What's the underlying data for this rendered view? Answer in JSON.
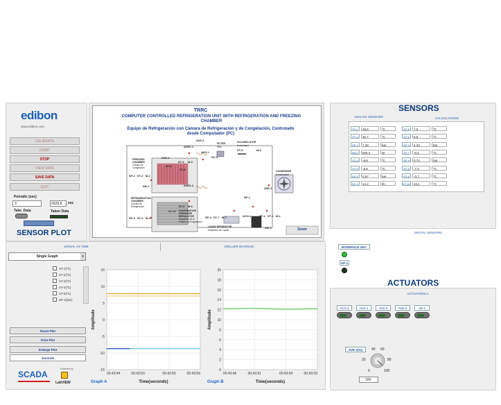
{
  "brand": {
    "name": "edibon",
    "url": "www.edibon.com"
  },
  "left_panel": {
    "buttons": [
      {
        "label": "CALIBRATE"
      },
      {
        "label": "START"
      },
      {
        "label": "STOP"
      },
      {
        "label": "VIEW DATA"
      },
      {
        "label": "SAVE DATA"
      },
      {
        "label": "QUIT"
      }
    ],
    "periodic_label": "Periodic (sec)",
    "periodic_value": "3",
    "timer_value": "2628,8",
    "timer_unit": "sec",
    "take_data_label": "Take_Data",
    "taken_data_label": "Taken Data"
  },
  "diagram": {
    "code": "TRRC",
    "title_en": "COMPUTER CONTROLLED REFRIGERATION UNIT WITH REFRIGERATION AND FREEZING CHAMBER",
    "title_es": "Equipo de Refrigeración con Cámara de Refrigeración y de Congelación, Controlado desde Computador (PC)",
    "zoom_label": "Zoom",
    "labels": {
      "freezing": "FREEZING CHAMBER",
      "freezing_es": "Cámara de Congelación",
      "refrig": "REFRIGERATION CHAMBER",
      "refrig_es": "Cámara de Refrigeración",
      "evap": "EVAPORATION PRESSURE REGULATOR",
      "evap_es": "Regulador de la Presión de Evaporación",
      "filter": "FILTER",
      "filter_es": "Filtro",
      "accum": "ACCUMULATOR",
      "accum_es": "Acumulador",
      "cond": "CONDENSER",
      "cond_es": "Condensador",
      "liq": "LIQUID SEPARATOR",
      "liq_es": "Separador de Líquido",
      "ave1": "AVE-1",
      "ave2": "AVE-2",
      "avs1": "AVS-1",
      "avs2": "AVS-2",
      "avex1": "AVEX-1",
      "avex2": "AVEX-2",
      "st9": "ST-9",
      "st3": "ST-3",
      "m3": "M-3",
      "st8": "ST-8",
      "sp2": "SP-2",
      "st2": "ST-2",
      "m2": "M-2",
      "ab1": "AB-1",
      "st6": "ST-6",
      "m6": "M-6",
      "st10": "ST-10",
      "sp3": "SP-3",
      "st4": "ST-4",
      "m4": "M-4",
      "st5": "ST-5",
      "sc1": "SC-1",
      "m5": "M-5",
      "st7": "ST-7",
      "m7": "M-7",
      "sp4": "SP-4",
      "ap1": "AP-1",
      "aco1": "ACO-1",
      "sp1": "SP-1",
      "st1": "ST-1",
      "m1": "M-1",
      "sw1": "SW-1"
    }
  },
  "sensors": {
    "title": "SENSORS",
    "tab_analog": "ANALOG SENSORS",
    "tab_calc": "CALCULATIONS",
    "left_rows": [
      {
        "tag": "ST-1",
        "value": "48,6",
        "unit": "ºC"
      },
      {
        "tag": "ST-2",
        "value": "30,7",
        "unit": "ºC"
      },
      {
        "tag": "SP-1",
        "value": "7,48",
        "unit": "bar"
      },
      {
        "tag": "SW-1",
        "value": "584,4",
        "unit": "W"
      },
      {
        "tag": "ST-3",
        "value": "-8,8",
        "unit": "ºC"
      },
      {
        "tag": "ST-5",
        "value": "-8,8",
        "unit": "ºC"
      },
      {
        "tag": "SP-2",
        "value": "0,67",
        "unit": "bar"
      },
      {
        "tag": "SC-1",
        "value": "12,2",
        "unit": "l/h"
      }
    ],
    "right_rows": [
      {
        "tag": "ST-4",
        "value": "7,5",
        "unit": "ºC"
      },
      {
        "tag": "ST-6",
        "value": "8,8",
        "unit": "ºC"
      },
      {
        "tag": "SP-3",
        "value": "2,33",
        "unit": "bar"
      },
      {
        "tag": "ST-7",
        "value": "-8,2",
        "unit": "ºC"
      },
      {
        "tag": "SP-4",
        "value": "0,72",
        "unit": "bar"
      },
      {
        "tag": "ST-8",
        "value": "-7,4",
        "unit": "ºC"
      },
      {
        "tag": "ST-9",
        "value": "-3,7",
        "unit": "ºC"
      },
      {
        "tag": "ST-10",
        "value": "15,1",
        "unit": "ºC"
      }
    ],
    "digital_title": "DIGITAL SENSORS",
    "interface_label": "INTERFACE ON?",
    "ap1_label": "AP-1"
  },
  "actuators": {
    "title": "ACTUATORS",
    "tab": "ACTUATORS A",
    "items": [
      "ACO-1",
      "AVS-1",
      "AVS-2",
      "AVE-2",
      "AB-1"
    ],
    "knob_label": "AVE-1(%)",
    "knob_ticks": [
      "20",
      "40",
      "60",
      "80",
      "0",
      "100"
    ],
    "knob_value": "100"
  },
  "sensor_plot": {
    "title": "SENSOR PLOT",
    "tab_signal": "SIGNAL VS TIME",
    "tab_mollier": "MOLLIER DIAGRAM",
    "graph_mode": "Single Graph",
    "channels": [
      "ST-1(ºC)",
      "ST-2(ºC)",
      "ST-3(ºC)",
      "ST-4(ºC)",
      "ST-5(ºC)",
      "SP-1(bar)"
    ],
    "reset_label": "Reset Plot",
    "print_label": "Print Plot",
    "enlarge_label": "Enlarge Plot",
    "units_value": "seconds",
    "powered_by": "Powered by",
    "labview": "LabVIEW",
    "scada": "SCADA"
  },
  "chart_data": [
    {
      "type": "line",
      "title": "Graph A",
      "xlabel": "Time(seconds)",
      "ylabel": "Amplitude",
      "x": [
        "00:43:44",
        "00:43:50",
        "00:43:55",
        "00:43:59"
      ],
      "ylim": [
        -15,
        15
      ],
      "yticks": [
        -15,
        -10,
        -5,
        0,
        5,
        10,
        15
      ],
      "grid": true,
      "series": [
        {
          "color": "#e8a020",
          "values": [
            7.8,
            7.8,
            7.8,
            7.8
          ]
        },
        {
          "color": "#f0c870",
          "values": [
            7.1,
            7.1,
            7.1,
            7.1
          ]
        },
        {
          "color": "#60c8e0",
          "values": [
            -8.7,
            -8.7,
            -8.7,
            -8.7
          ]
        },
        {
          "color": "#3050c0",
          "values": [
            -8.7,
            -8.7
          ]
        }
      ]
    },
    {
      "type": "line",
      "title": "Graph B",
      "xlabel": "Time(seconds)",
      "ylabel": "Amplitude",
      "x": [
        "00:43:46",
        "00:43:51",
        "00:43:54",
        "00:43:59"
      ],
      "ylim": [
        0,
        20
      ],
      "yticks": [
        0,
        2,
        4,
        6,
        8,
        10,
        12,
        14,
        16,
        18,
        20
      ],
      "grid": true,
      "series": [
        {
          "color": "#60c860",
          "values": [
            12.2,
            12.3,
            12.1,
            12.2
          ]
        }
      ]
    }
  ]
}
